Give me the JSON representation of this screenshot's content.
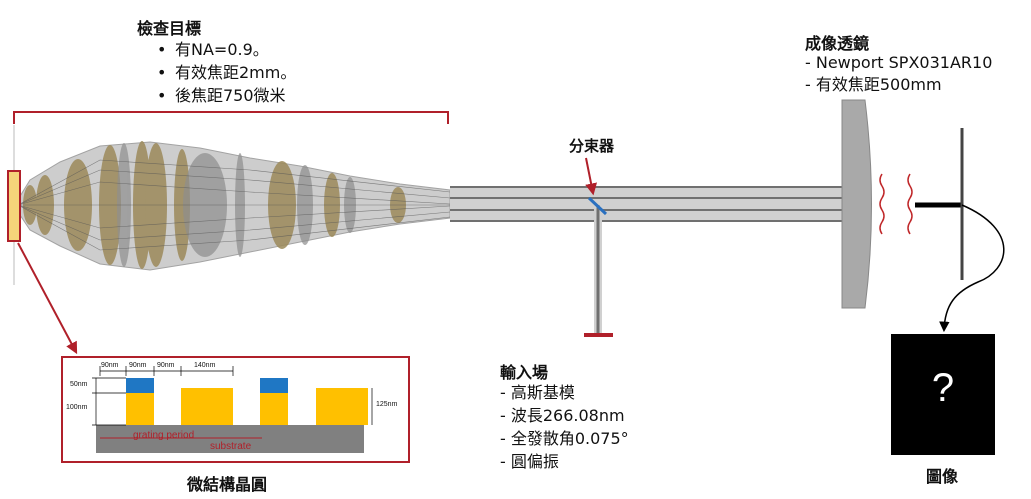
{
  "objective": {
    "title": "檢查目標",
    "bullets": [
      "有NA=0.9。",
      "有效焦距2mm。",
      "後焦距750微米"
    ]
  },
  "imaging_lens": {
    "title": "成像透鏡",
    "lines": [
      "- Newport SPX031AR10",
      "- 有效焦距500mm"
    ]
  },
  "beam_splitter": {
    "label": "分束器"
  },
  "input_field": {
    "title": "輸入場",
    "lines": [
      "- 高斯基模",
      "- 波長266.08nm",
      "- 全發散角0.075°",
      "- 圓偏振"
    ]
  },
  "wafer": {
    "label": "微結構晶圓",
    "dims": {
      "d1": "90nm",
      "d2": "90nm",
      "d3": "90nm",
      "d4": "140nm",
      "h50": "50nm",
      "h100": "100nm",
      "h125": "125nm"
    },
    "grating_period": "grating period",
    "substrate": "substrate"
  },
  "image": {
    "label": "圖像",
    "placeholder": "?"
  },
  "colors": {
    "lens_gold": "#9c8a5a",
    "lens_gray": "#8e8e8e",
    "dark_red": "#b0202a",
    "wafer_yellow": "#ffc000",
    "wafer_blue": "#1f77c4",
    "substrate_gray": "#808080",
    "beam_splitter_blue": "#2a70c0"
  }
}
